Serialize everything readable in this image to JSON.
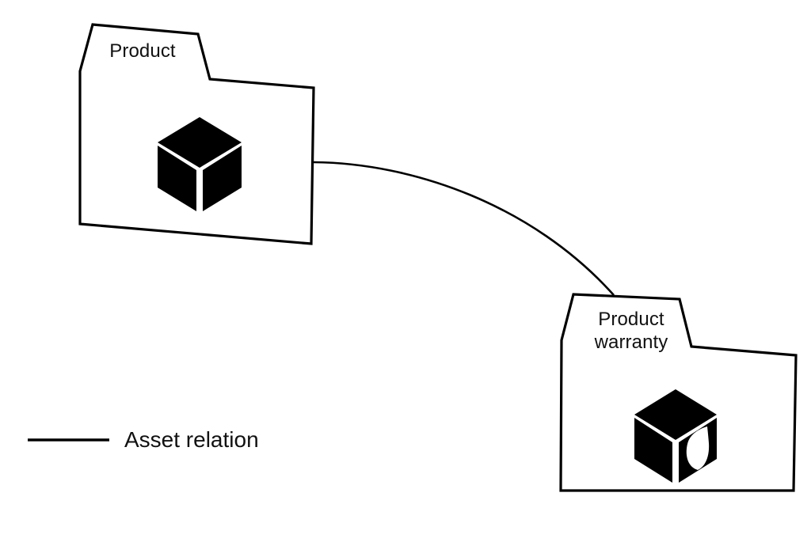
{
  "diagram": {
    "type": "asset-relation-diagram",
    "background_color": "#ffffff",
    "stroke_color": "#000000",
    "nodes": [
      {
        "id": "product",
        "label": "Product",
        "icon": "cube-icon",
        "icon_variant": "solid-cube"
      },
      {
        "id": "product-warranty",
        "label": "Product\nwarranty",
        "icon": "cube-shield-icon",
        "icon_variant": "cube-with-shield"
      }
    ],
    "edges": [
      {
        "id": "product-to-product-warranty",
        "from": "product",
        "to": "product-warranty",
        "kind": "Asset relation",
        "style": "solid-curve",
        "arrowhead": "none"
      }
    ]
  },
  "legend": {
    "items": [
      {
        "swatch": "solid-line",
        "label": "Asset relation"
      }
    ]
  }
}
